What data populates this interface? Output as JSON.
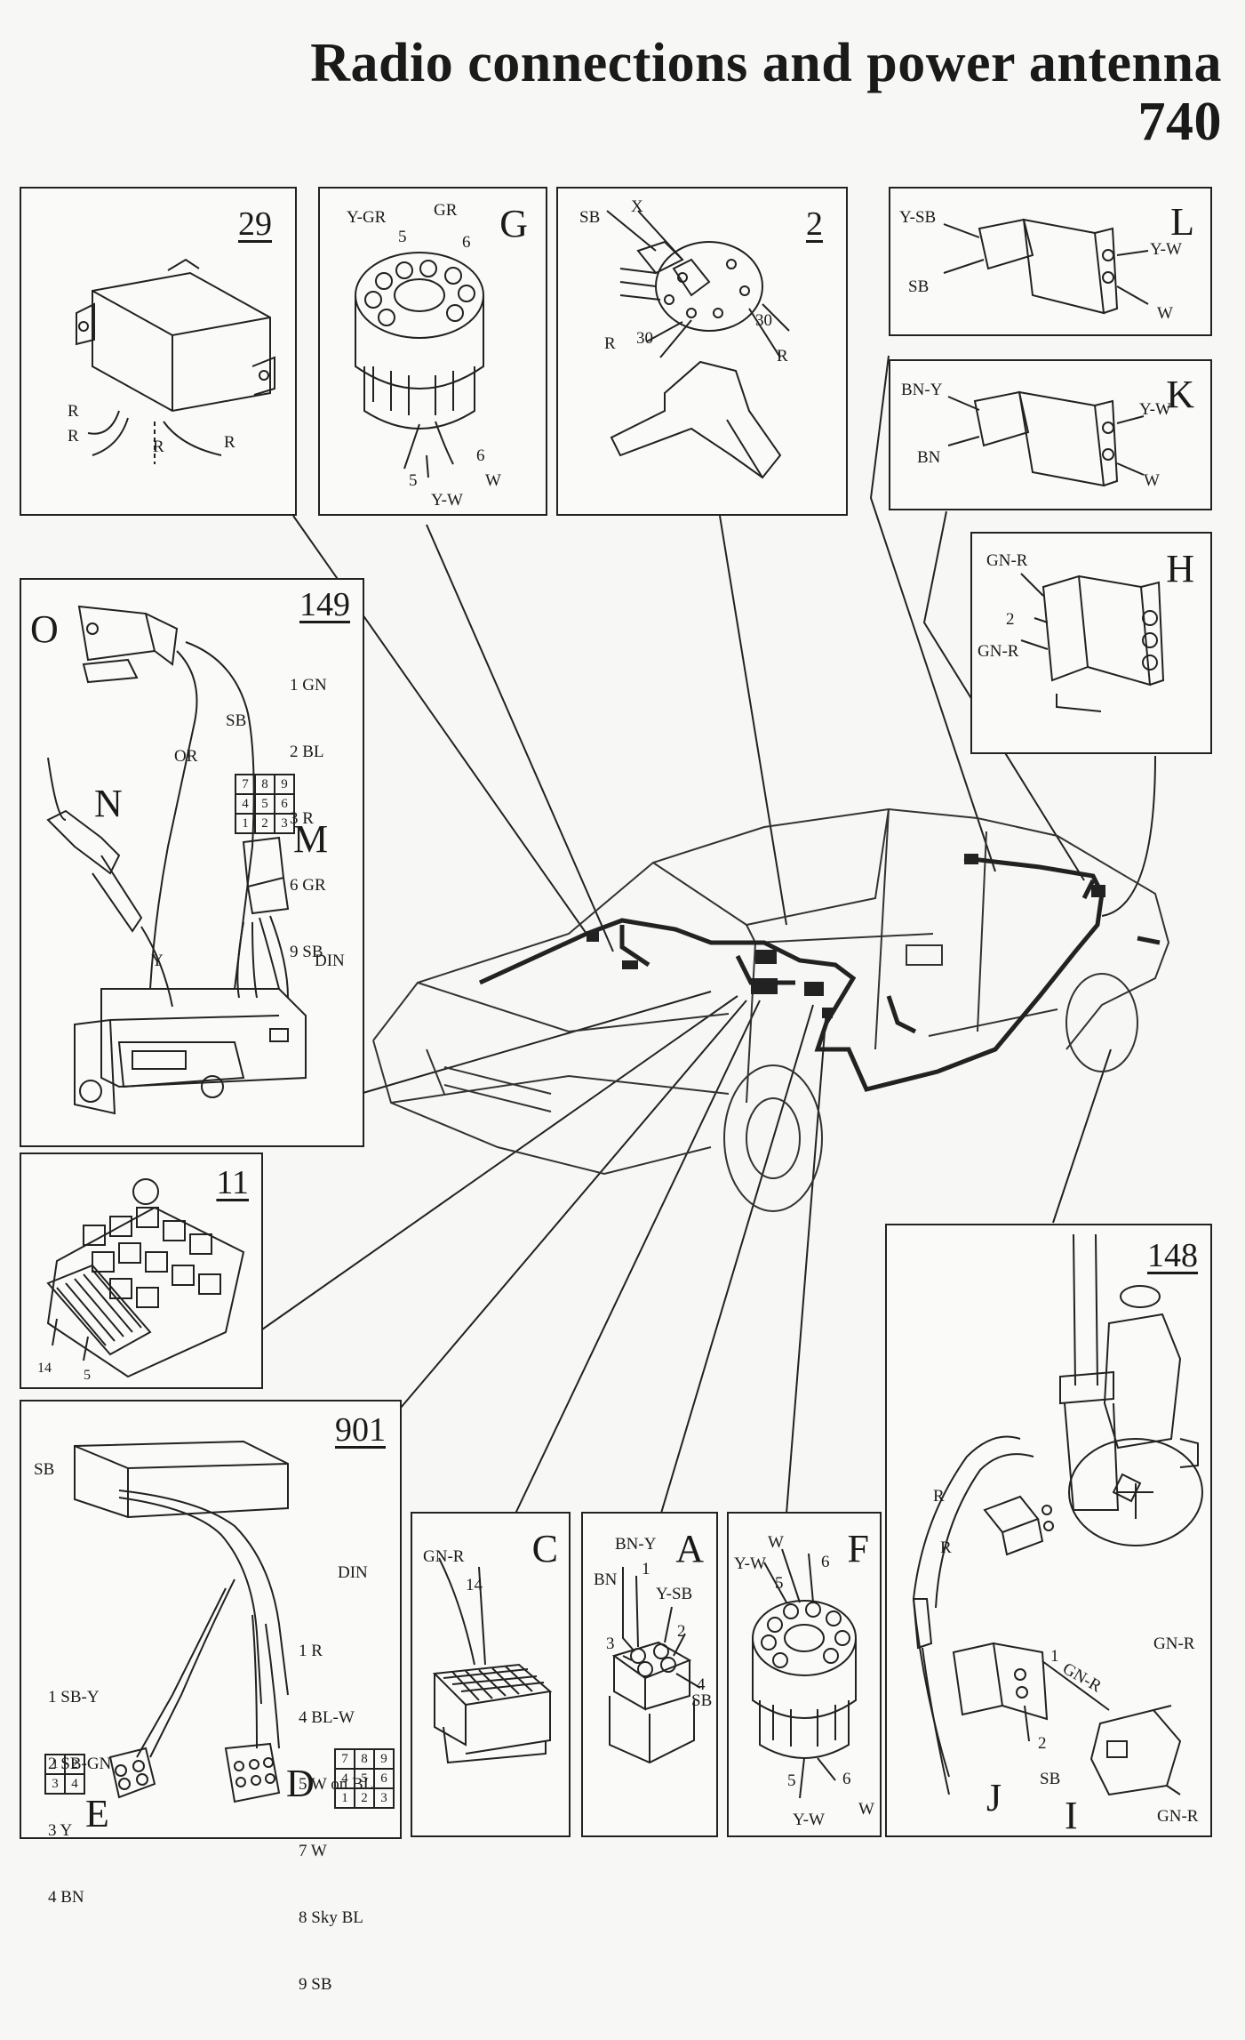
{
  "title": {
    "line1": "Radio connections and power antenna",
    "line2": "740"
  },
  "panels": {
    "p29": {
      "number": "29",
      "labels": [
        "R",
        "R",
        "R",
        "R"
      ]
    },
    "pG": {
      "letter": "G",
      "labels": {
        "ygr": "Y-GR",
        "gr": "GR",
        "n5": "5",
        "n6": "6",
        "n6b": "6",
        "n5b": "5",
        "w": "W",
        "yw": "Y-W"
      }
    },
    "p2": {
      "number": "2",
      "labels": {
        "sb": "SB",
        "x": "X",
        "r1": "R",
        "n30a": "30",
        "n30b": "30",
        "r2": "R"
      }
    },
    "pL": {
      "letter": "L",
      "labels": {
        "ysb": "Y-SB",
        "sb": "SB",
        "yw": "Y-W",
        "w": "W"
      }
    },
    "pK": {
      "letter": "K",
      "labels": {
        "bny": "BN-Y",
        "bn": "BN",
        "yw": "Y-W",
        "w": "W"
      }
    },
    "pH": {
      "letter": "H",
      "labels": {
        "gnr1": "GN-R",
        "n2": "2",
        "gnr2": "GN-R"
      }
    },
    "p149": {
      "number": "149",
      "O": "O",
      "N": "N",
      "M": "M",
      "list": [
        "1 GN",
        "2 BL",
        "3 R",
        "6 GR",
        "9 SB"
      ],
      "labels": {
        "sb": "SB",
        "or": "OR",
        "y": "Y",
        "din": "DIN"
      },
      "grid": [
        "7",
        "8",
        "9",
        "4",
        "5",
        "6",
        "1",
        "2",
        "3"
      ]
    },
    "p11": {
      "number": "11",
      "labels": {
        "n14": "14",
        "n5": "5"
      }
    },
    "p901": {
      "number": "901",
      "E": "E",
      "D": "D",
      "labels": {
        "sb": "SB",
        "din": "DIN"
      },
      "listLeft": [
        "1 SB-Y",
        "2 SB-GN",
        "3 Y",
        "4 BN"
      ],
      "listRight": [
        "1 R",
        "4 BL-W",
        "5 W on BL",
        "7 W",
        "8 Sky BL",
        "9 SB"
      ],
      "gridE": [
        "1",
        "2",
        "3",
        "4"
      ],
      "gridD": [
        "7",
        "8",
        "9",
        "4",
        "5",
        "6",
        "1",
        "2",
        "3"
      ]
    },
    "pC": {
      "letter": "C",
      "labels": {
        "gnr": "GN-R",
        "n14": "14"
      }
    },
    "pA": {
      "letter": "A",
      "labels": {
        "bny": "BN-Y",
        "n1": "1",
        "bn": "BN",
        "ysb": "Y-SB",
        "n3": "3",
        "n2": "2",
        "n4": "4",
        "sb": "SB"
      }
    },
    "pF": {
      "letter": "F",
      "labels": {
        "w": "W",
        "yw": "Y-W",
        "n6": "6",
        "n5": "5",
        "n5b": "5",
        "n6b": "6",
        "ywb": "Y-W",
        "wb": "W"
      }
    },
    "p148": {
      "number": "148",
      "J": "J",
      "I": "I",
      "labels": {
        "r1": "R",
        "r2": "R",
        "n1": "1",
        "gnr": "GN-R",
        "n2": "2",
        "sb": "SB",
        "gnr2": "GN-R",
        "gnr3": "GN-R"
      }
    }
  }
}
